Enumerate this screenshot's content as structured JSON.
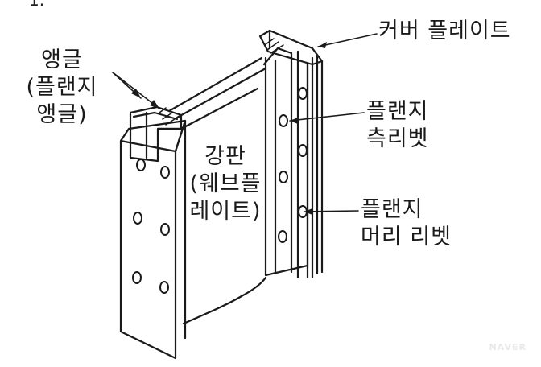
{
  "corner_mark": "1.",
  "labels": {
    "cover_plate": "커버 플레이트",
    "angle": "앵글",
    "flange_angle_l1": "(플랜지",
    "flange_angle_l2": "앵글)",
    "flange_side_rivet_l1": "플랜지",
    "flange_side_rivet_l2": "측리벳",
    "steel_plate_l1": "강판",
    "steel_plate_l2": "(웨브플",
    "steel_plate_l3": "레이트)",
    "flange_head_rivet_l1": "플랜지",
    "flange_head_rivet_l2": "머리 리벳"
  },
  "watermark": "NAVER",
  "colors": {
    "ink": "#1a1a1a",
    "paper": "#ffffff",
    "watermark": "#e6e6e6"
  }
}
